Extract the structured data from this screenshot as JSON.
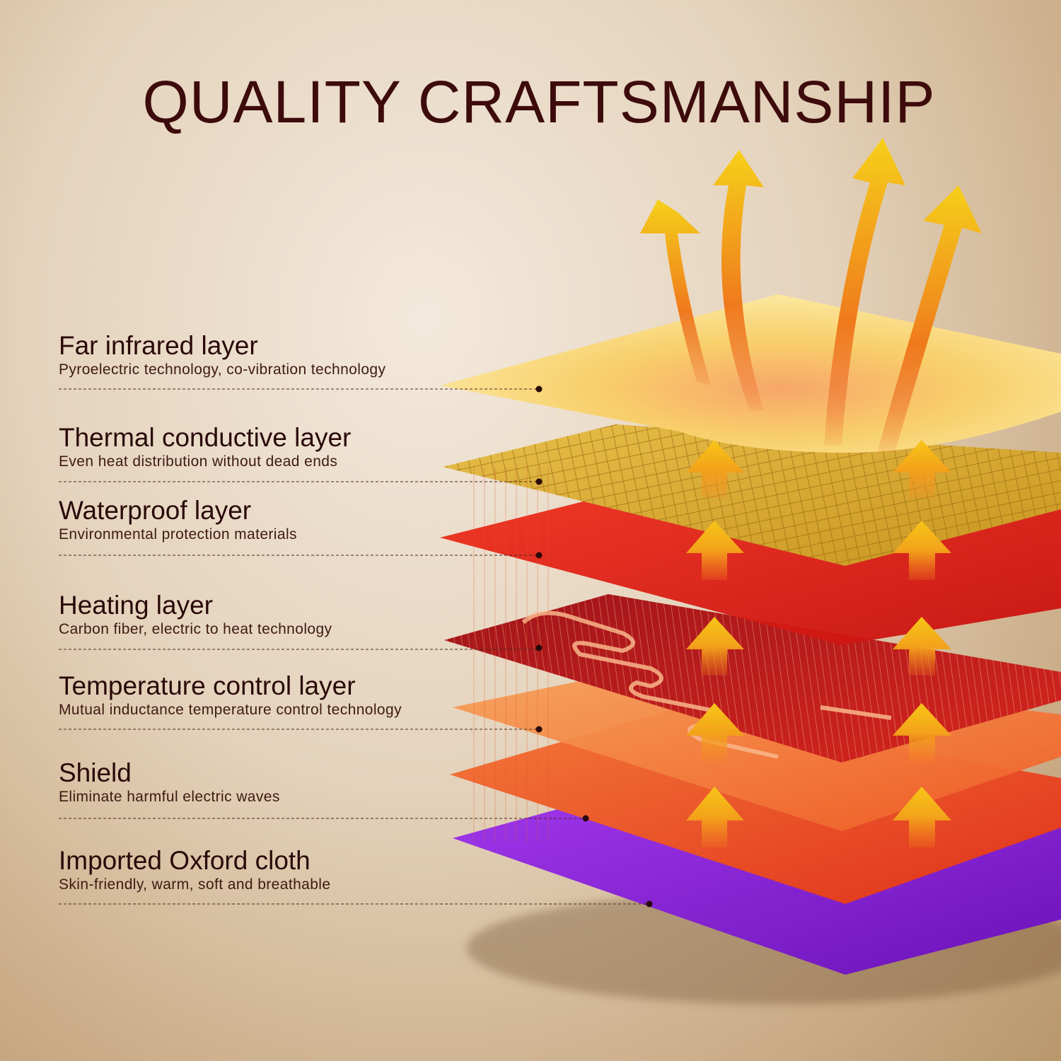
{
  "title": "QUALITY CRAFTSMANSHIP",
  "colors": {
    "title": "#3d0b0b",
    "far_infrared": "#f6cc5c",
    "thermal_conductive": "#d9a93b",
    "waterproof": "#e3241b",
    "heating": "#c81e1e",
    "temperature_control": "#f06a2a",
    "shield": "#f24a1e",
    "oxford_cloth": "#8b1fd0",
    "heat_arrow": "#f2b417"
  },
  "layers": [
    {
      "name": "Far infrared layer",
      "description": "Pyroelectric technology, co-vibration technology"
    },
    {
      "name": "Thermal conductive layer",
      "description": "Even heat distribution without dead ends"
    },
    {
      "name": "Waterproof layer",
      "description": "Environmental protection materials"
    },
    {
      "name": "Heating layer",
      "description": "Carbon fiber, electric to heat technology"
    },
    {
      "name": "Temperature control layer",
      "description": "Mutual inductance temperature control technology"
    },
    {
      "name": "Shield",
      "description": "Eliminate harmful electric waves"
    },
    {
      "name": "Imported Oxford cloth",
      "description": "Skin-friendly, warm, soft and breathable"
    }
  ]
}
